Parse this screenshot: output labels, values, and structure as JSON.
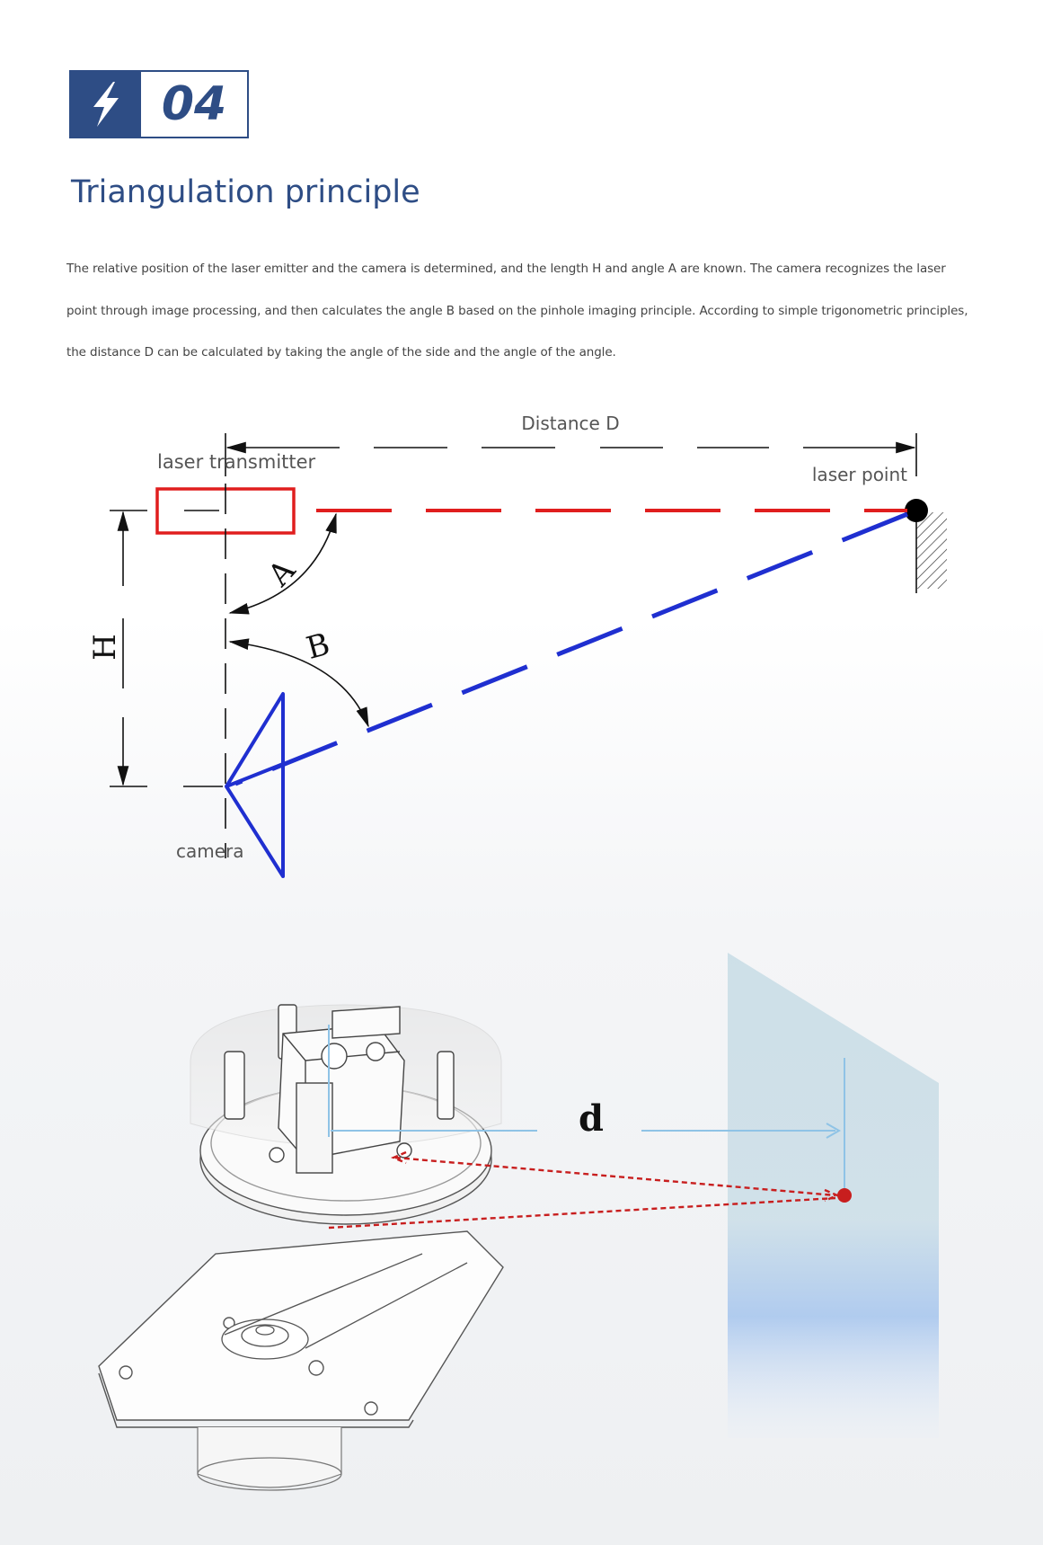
{
  "badge": {
    "number": "04",
    "icon": "lightning-bolt-icon",
    "color": "#2e4d85"
  },
  "title": "Triangulation principle",
  "description": "The relative position of the laser emitter and the camera is determined, and the length H and angle A are known. The camera recognizes the laser point through image processing, and then calculates the angle B based on the pinhole imaging principle. According to simple trigonometric principles, the distance D can be calculated by taking the angle of the side and the angle of the angle.",
  "diagram": {
    "distance_label": "Distance D",
    "transmitter_label": "laser transmitter",
    "point_label": "laser point",
    "camera_label": "camera",
    "h_label": "H",
    "angle_a_label": "A",
    "angle_b_label": "B",
    "laser_color": "#e01e1e",
    "camera_ray_color": "#1f2fd0"
  },
  "device": {
    "d_label": "d"
  }
}
